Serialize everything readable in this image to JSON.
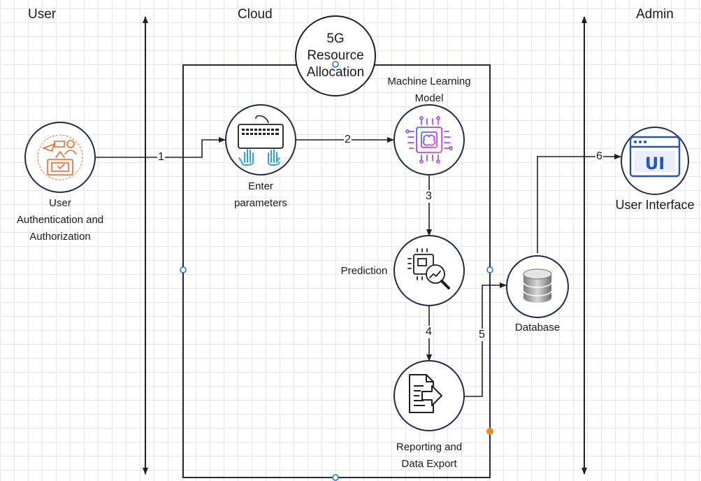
{
  "zones": {
    "user": "User",
    "cloud": "Cloud",
    "admin": "Admin"
  },
  "title_lines": [
    "5G",
    "Resource",
    "Allocation"
  ],
  "nodes": {
    "auth_lines": [
      "User",
      "Authentication and",
      "Authorization"
    ],
    "enter_lines": [
      "Enter",
      "parameters"
    ],
    "ml_lines": [
      "Machine Learning",
      "Model"
    ],
    "prediction": "Prediction",
    "reporting_lines": [
      "Reporting and",
      "Data Export"
    ],
    "database": "Database",
    "ui": "User Interface",
    "ui_icon_text": "UI"
  },
  "steps": [
    "1",
    "2",
    "3",
    "4",
    "5",
    "6"
  ],
  "colors": {
    "line": "#1f1f1f",
    "container_border": "#1f2a4d",
    "handle": "#1f6fd6",
    "orange_handle": "#f08a1c",
    "auth_icon": "#f0652a",
    "enter_hands": "#2aa7e0",
    "ml_icon": [
      "#2f7bff",
      "#b33cff",
      "#ff4fa0"
    ],
    "ui_icon": "#2554c7"
  },
  "icons": {
    "auth": "user-auth-icon",
    "enter": "keyboard-hands-icon",
    "ml": "ai-chip-brain-icon",
    "prediction": "chip-analytics-magnifier-icon",
    "reporting": "document-export-icon",
    "database": "database-icon",
    "ui": "ui-window-icon"
  }
}
